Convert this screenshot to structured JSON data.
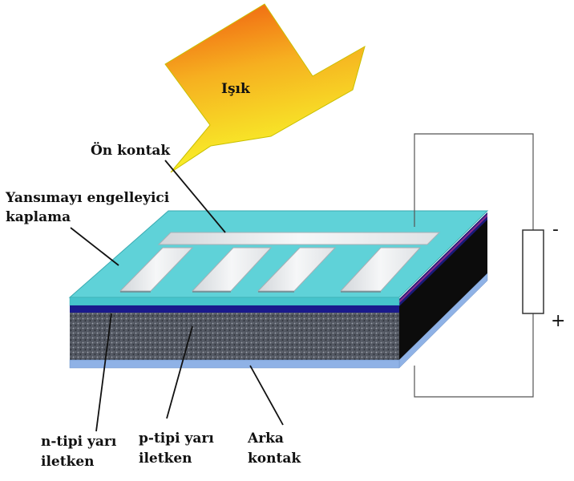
{
  "labels": {
    "light": "Işık",
    "front_contact": "Ön kontak",
    "antireflective_line1": "Yansımayı engelleyici",
    "antireflective_line2": "kaplama",
    "n_type_line1": "n-tipi yarı",
    "n_type_line2": "iletken",
    "p_type_line1": "p-tipi yarı",
    "p_type_line2": "iletken",
    "back_contact_line1": "Arka",
    "back_contact_line2": "kontak",
    "minus": "-",
    "plus": "+"
  },
  "colors": {
    "coating_top": "#5fd2d8",
    "coating_front": "#46c4cc",
    "n_layer": "#1a1a8c",
    "p_layer": "#5a5f6a",
    "back_contact": "#8fb2e6",
    "contact_fingers": "#e9ecef",
    "arrow_orange": "#f06a10",
    "arrow_yellow": "#f7f22a"
  },
  "icons": {
    "load": "resistor-icon"
  }
}
